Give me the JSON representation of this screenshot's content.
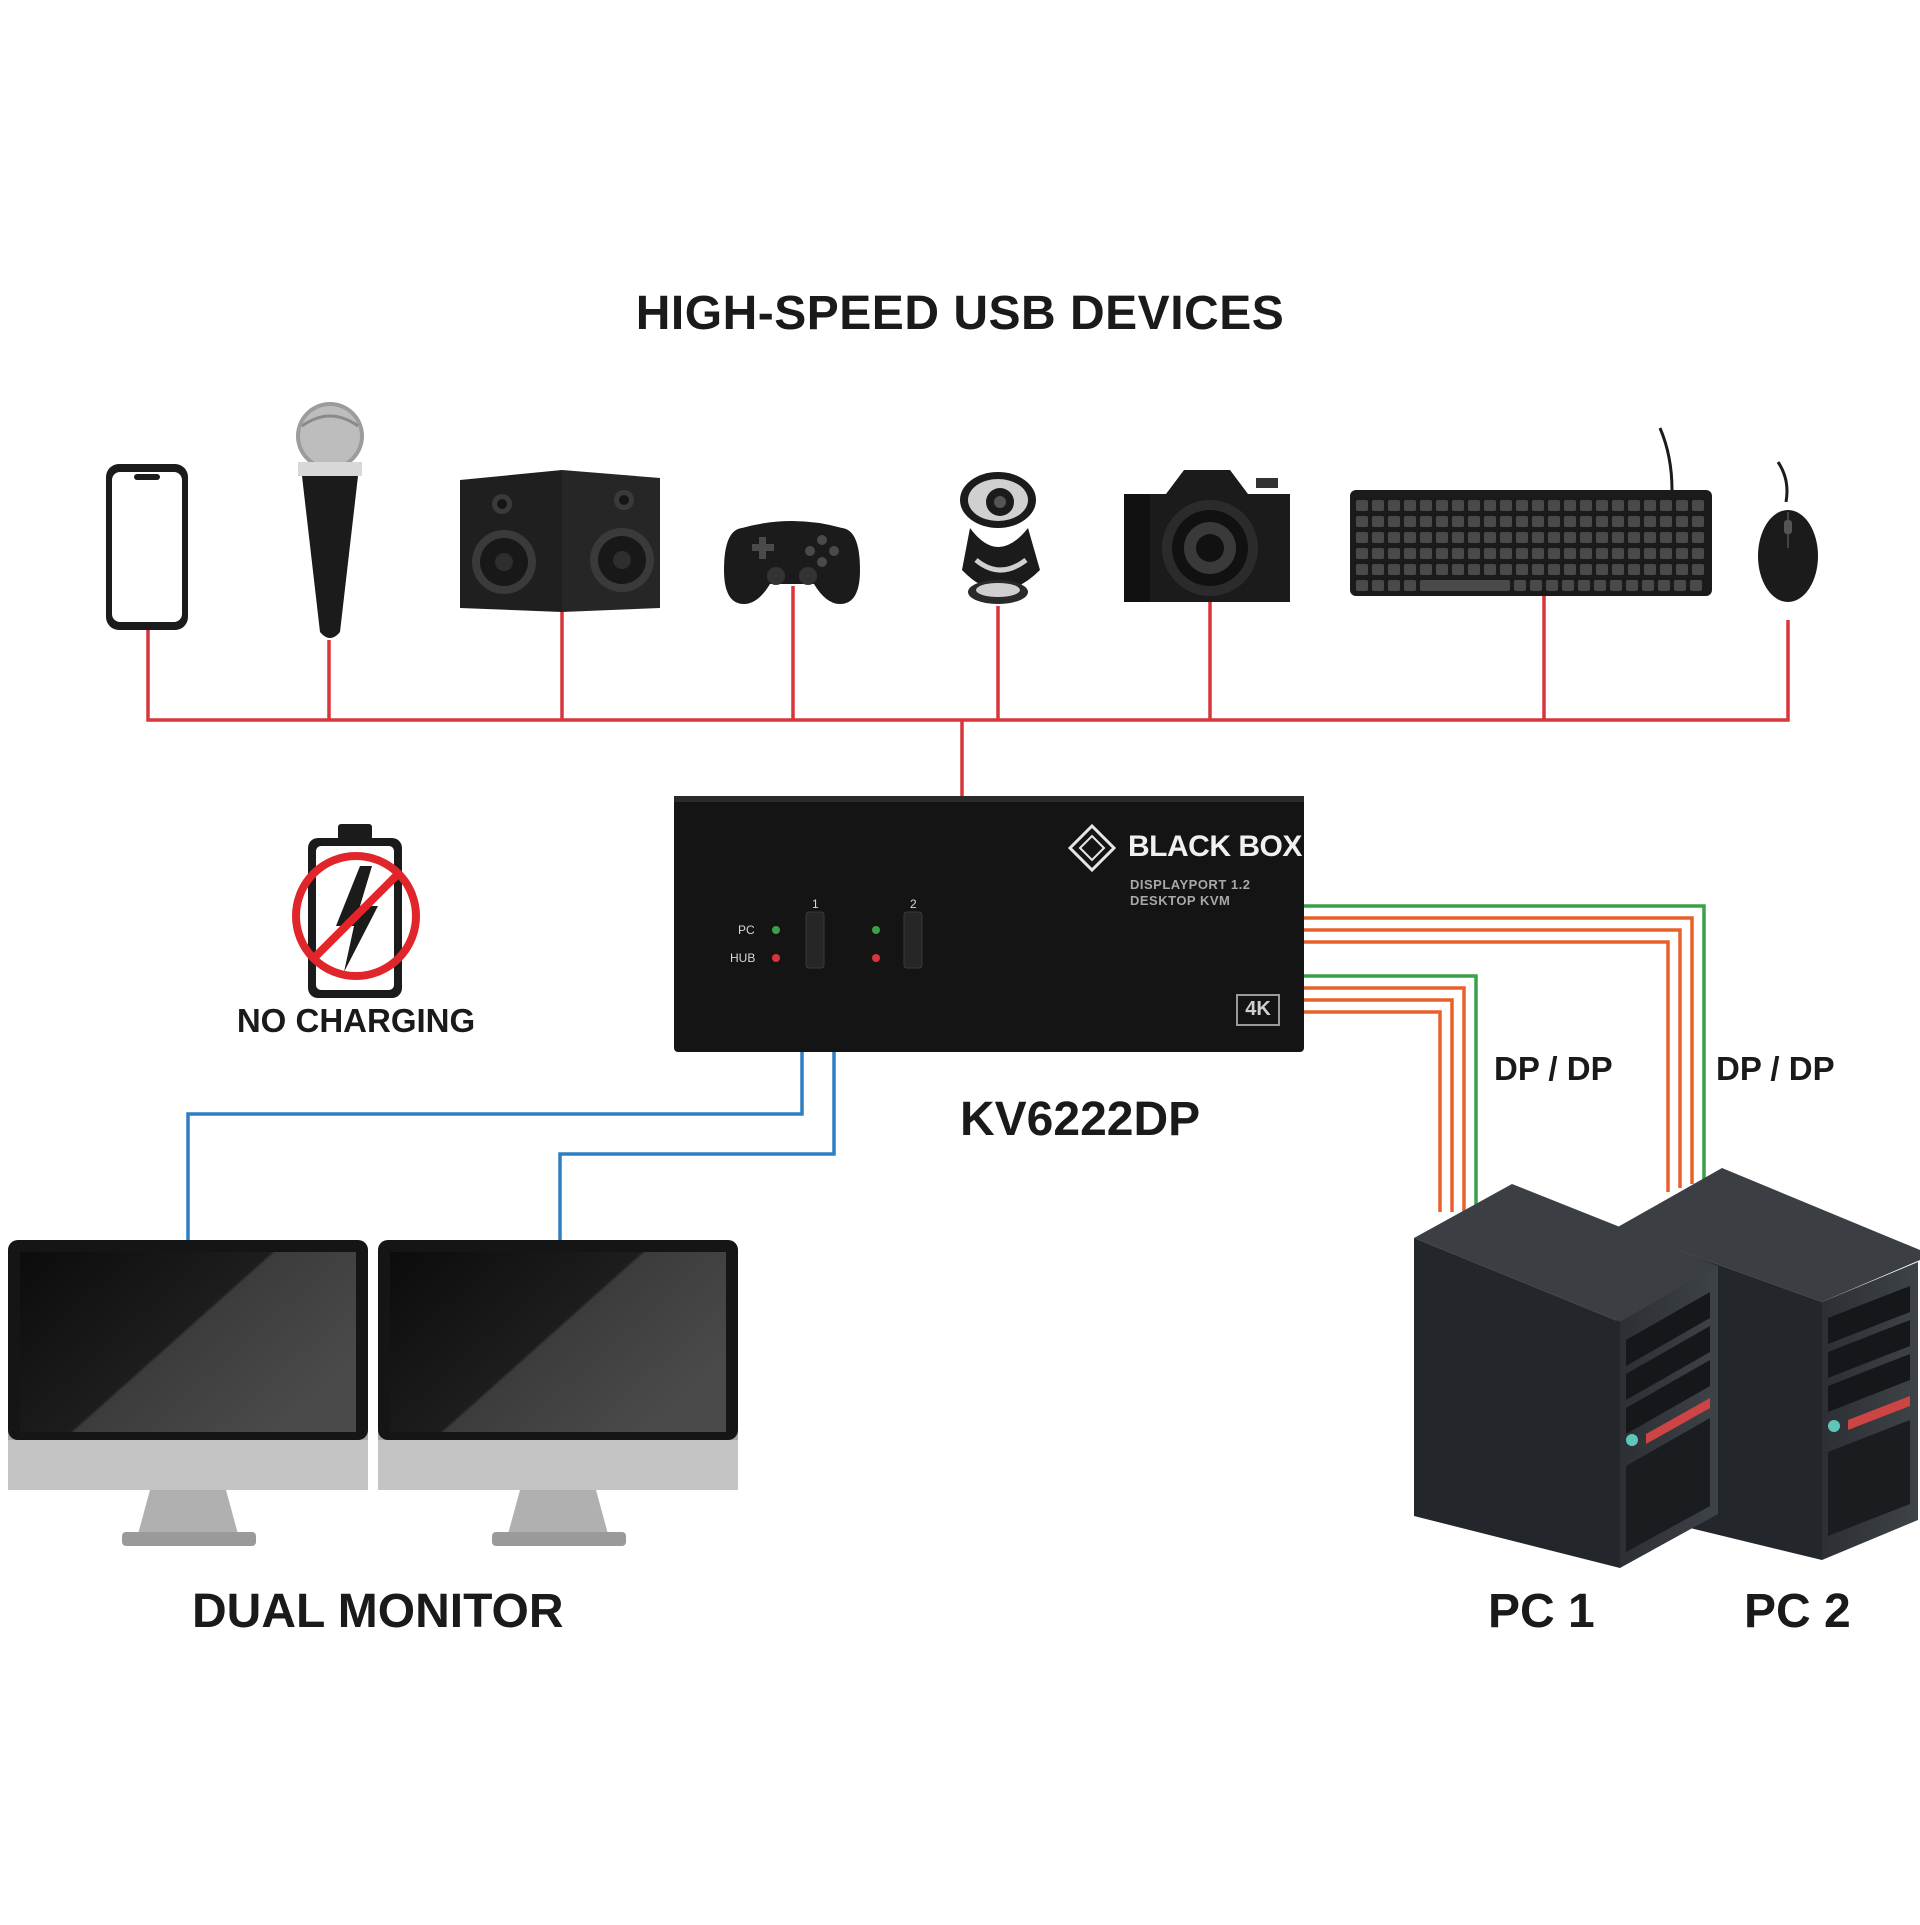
{
  "title": "HIGH-SPEED USB DEVICES",
  "no_charging_label": "NO CHARGING",
  "kvm": {
    "model": "KV6222DP",
    "brand": "BLACK BOX",
    "subtitle_line1": "DISPLAYPORT 1.2",
    "subtitle_line2": "DESKTOP KVM",
    "badge": "4K",
    "led_labels": {
      "pc": "PC",
      "hub": "HUB"
    },
    "port_labels": [
      "1",
      "2"
    ]
  },
  "usb_devices": [
    "smartphone",
    "microphone",
    "speakers",
    "game-controller",
    "webcam",
    "camera",
    "keyboard",
    "mouse"
  ],
  "cable_labels": {
    "pc1": "DP / DP",
    "pc2": "DP / DP"
  },
  "outputs": {
    "monitors_label": "DUAL MONITOR",
    "pc1_label": "PC 1",
    "pc2_label": "PC 2"
  },
  "colors": {
    "usb_line": "#d8363c",
    "video_line": "#2e7fc2",
    "dp_orange": "#e8602a",
    "dp_green": "#3aa04a",
    "device_dark": "#1b1b1b",
    "no_charge_red": "#e0262b"
  }
}
